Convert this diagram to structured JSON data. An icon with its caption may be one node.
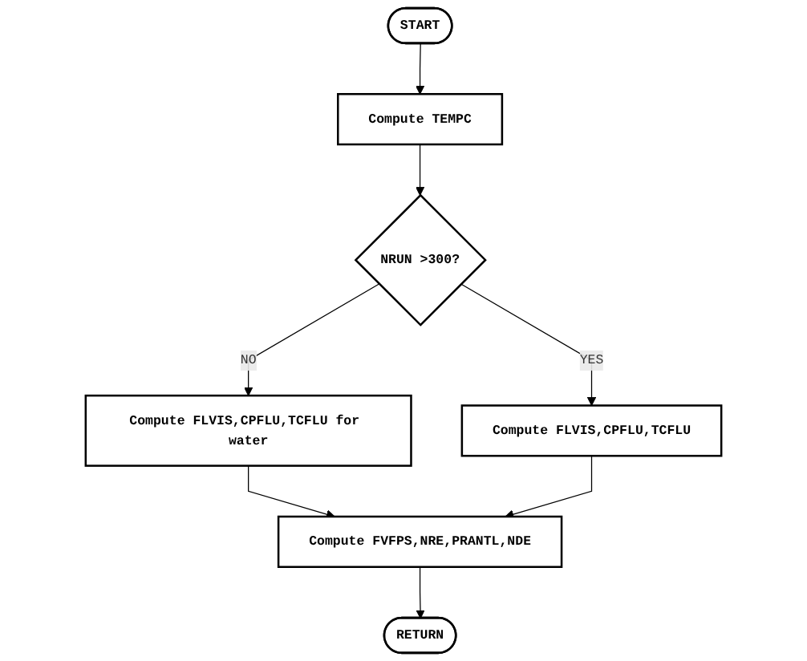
{
  "diagram": {
    "nodes": [
      {
        "text": [
          "START"
        ]
      },
      {
        "text": [
          "Compute TEMPC"
        ]
      },
      {
        "text": [
          "NRUN >300?"
        ]
      },
      {
        "text": [
          "Compute FLVIS,CPFLU,TCFLU for water"
        ]
      },
      {
        "text": [
          "Compute FLVIS,CPFLU,TCFLU"
        ]
      },
      {
        "text": [
          "Compute FVFPS,NRE,PRANTL,NDE"
        ]
      },
      {
        "text": [
          "RETURN"
        ]
      }
    ],
    "edges": [
      {
        "from": 0,
        "to": 1,
        "arrow": "to"
      },
      {
        "from": 1,
        "to": 2,
        "arrow": "to"
      },
      {
        "from": 2,
        "to": 3,
        "label": "NO",
        "arrow": "to"
      },
      {
        "from": 2,
        "to": 4,
        "label": "YES",
        "arrow": "to"
      },
      {
        "from": 3,
        "to": 5,
        "arrow": "to"
      },
      {
        "from": 4,
        "to": 5,
        "arrow": "to"
      },
      {
        "from": 5,
        "to": 6,
        "arrow": "to"
      }
    ]
  }
}
